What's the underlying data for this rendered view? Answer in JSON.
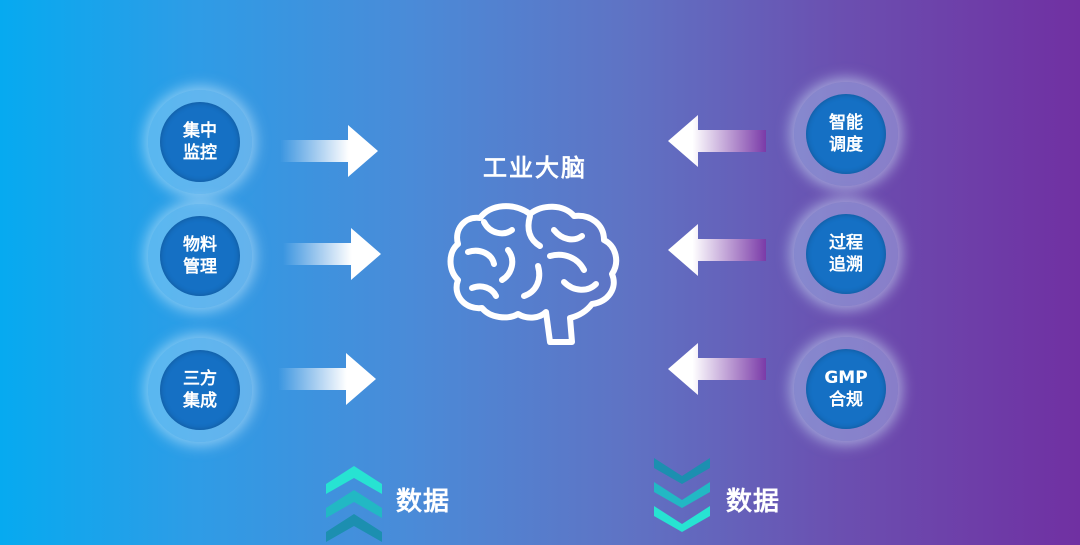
{
  "center": {
    "title": "工业大脑",
    "icon": "brain-icon"
  },
  "left_nodes": [
    {
      "line1": "集中",
      "line2": "监控"
    },
    {
      "line1": "物料",
      "line2": "管理"
    },
    {
      "line1": "三方",
      "line2": "集成"
    }
  ],
  "right_nodes": [
    {
      "line1": "智能",
      "line2": "调度"
    },
    {
      "line1": "过程",
      "line2": "追溯"
    },
    {
      "line1": "GMP",
      "line2": "合规"
    }
  ],
  "bottom": {
    "left_label": "数据",
    "left_icon": "chevrons-up-icon",
    "right_label": "数据",
    "right_icon": "chevrons-down-icon"
  },
  "colors": {
    "gradient_left": "#06aaf0",
    "gradient_right": "#7030a2",
    "node_fill": "#1570c4",
    "chevron_bright": "#27e3d2",
    "chevron_dark": "#1c8fb0",
    "right_arrow_tail": "#7a3aa8"
  }
}
